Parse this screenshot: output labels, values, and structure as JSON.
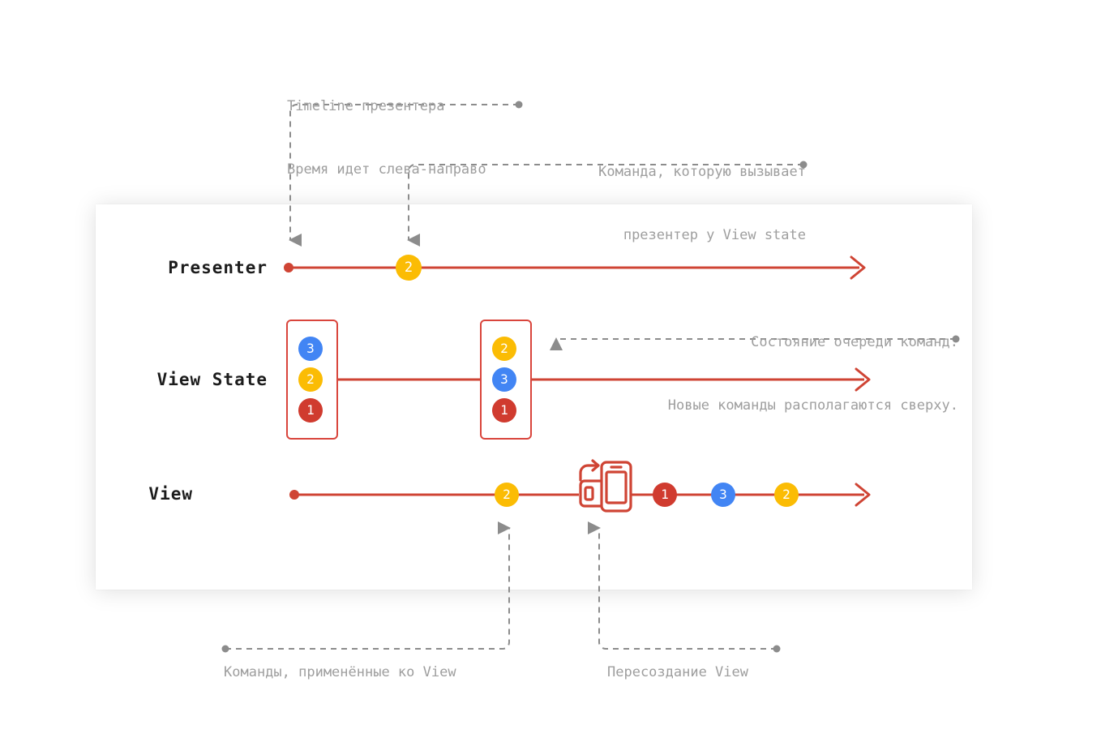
{
  "diagram": {
    "title_semantics": "presenter-viewstate-view-timeline",
    "colors": {
      "red": "#cf4434",
      "red_dark": "#c0392b",
      "stack_border": "#d9453c",
      "blue": "#4285f4",
      "yellow": "#fbbc04",
      "crimson": "#d03b2f",
      "gray_note": "#9e9e9e",
      "dash_gray": "#8c8c8c",
      "card_bg": "#ffffff",
      "page_bg": "#ffffff"
    },
    "rows": [
      {
        "id": "presenter",
        "label": "Presenter"
      },
      {
        "id": "view-state",
        "label": "View State"
      },
      {
        "id": "view",
        "label": "View"
      }
    ],
    "notes": [
      {
        "id": "timeline-note",
        "lines": [
          "Timeline презентера",
          "Время идет слева-направо"
        ],
        "align": "left"
      },
      {
        "id": "command-note",
        "lines": [
          "Команда, которую вызывает",
          "презентер у View state"
        ],
        "align": "right"
      },
      {
        "id": "queue-note",
        "lines": [
          "Состояние очереди команд.",
          "Новые команды располагаются сверху."
        ],
        "align": "right"
      },
      {
        "id": "applied-commands-note",
        "lines": [
          "Команды, применённые ко View"
        ],
        "align": "left"
      },
      {
        "id": "view-recreation-note",
        "lines": [
          "Пересоздание View"
        ],
        "align": "left"
      }
    ],
    "presenter_timeline": {
      "start_dot": true,
      "markers": [
        {
          "value": "2",
          "color": "yellow"
        }
      ],
      "arrow_end": true
    },
    "view_state_timeline": {
      "arrow_end": true,
      "stacks": [
        {
          "id": "stack-1",
          "items": [
            {
              "value": "3",
              "color": "blue"
            },
            {
              "value": "2",
              "color": "yellow"
            },
            {
              "value": "1",
              "color": "crimson"
            }
          ]
        },
        {
          "id": "stack-2",
          "items": [
            {
              "value": "2",
              "color": "yellow"
            },
            {
              "value": "3",
              "color": "blue"
            },
            {
              "value": "1",
              "color": "crimson"
            }
          ]
        }
      ]
    },
    "view_timeline": {
      "start_dot": true,
      "markers": [
        {
          "value": "2",
          "color": "yellow"
        },
        {
          "value": "",
          "color": "icon",
          "icon": "device-rotation-icon"
        },
        {
          "value": "1",
          "color": "crimson"
        },
        {
          "value": "3",
          "color": "blue"
        },
        {
          "value": "2",
          "color": "yellow"
        }
      ],
      "arrow_end": true
    }
  }
}
